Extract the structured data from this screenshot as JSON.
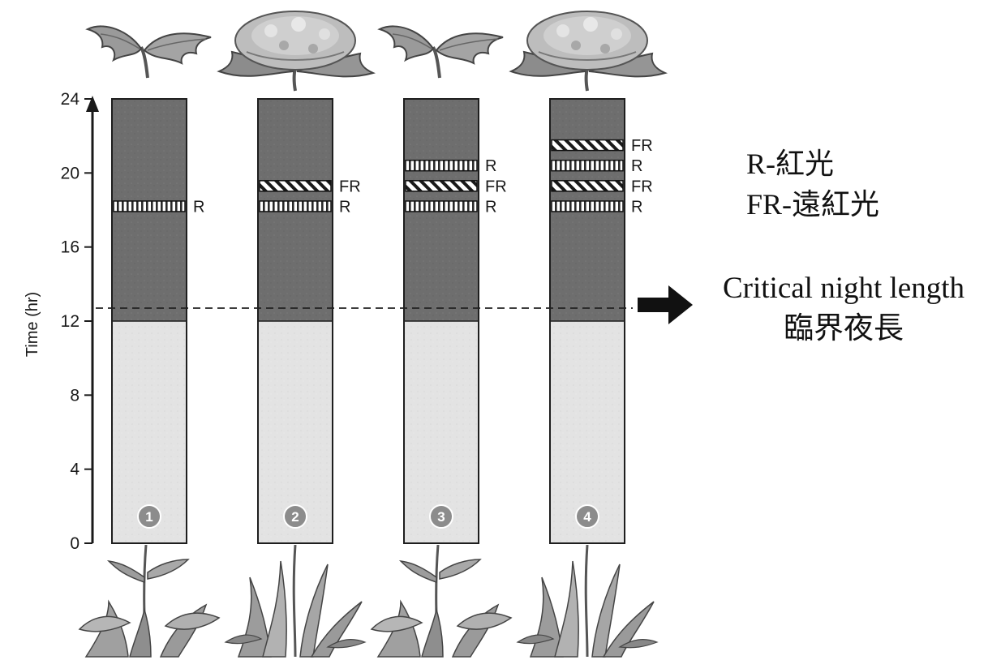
{
  "axis": {
    "label": "Time (hr)",
    "min": 0,
    "max": 24,
    "ticks": [
      "0",
      "4",
      "8",
      "12",
      "16",
      "20",
      "24"
    ],
    "light_phase_end_hr": 12,
    "critical_night_start_hr": 12.7
  },
  "experiments": [
    {
      "number": "1",
      "top_plant": "short-day-vegetative-plant",
      "bottom_plant": "long-day-flowering-plant",
      "pulses": [
        {
          "type": "R",
          "time": 18.2
        }
      ]
    },
    {
      "number": "2",
      "top_plant": "short-day-flowering-plant",
      "bottom_plant": "long-day-vegetative-plant",
      "pulses": [
        {
          "type": "R",
          "time": 18.2
        },
        {
          "type": "FR",
          "time": 19.3
        }
      ]
    },
    {
      "number": "3",
      "top_plant": "short-day-vegetative-plant",
      "bottom_plant": "long-day-flowering-plant",
      "pulses": [
        {
          "type": "R",
          "time": 18.2
        },
        {
          "type": "FR",
          "time": 19.3
        },
        {
          "type": "R",
          "time": 20.4
        }
      ]
    },
    {
      "number": "4",
      "top_plant": "short-day-flowering-plant",
      "bottom_plant": "long-day-vegetative-plant",
      "pulses": [
        {
          "type": "R",
          "time": 18.2
        },
        {
          "type": "FR",
          "time": 19.3
        },
        {
          "type": "R",
          "time": 20.4
        },
        {
          "type": "FR",
          "time": 21.5
        }
      ]
    }
  ],
  "legend": {
    "red": "R-紅光",
    "far_red": "FR-遠紅光"
  },
  "critical": {
    "english": "Critical night length",
    "chinese": "臨界夜長"
  },
  "colors": {
    "dark_period": "#6e6e6e",
    "light_period": "#e3e3e3",
    "outline": "#1e1e1e",
    "badge": "#8c8c8c"
  }
}
